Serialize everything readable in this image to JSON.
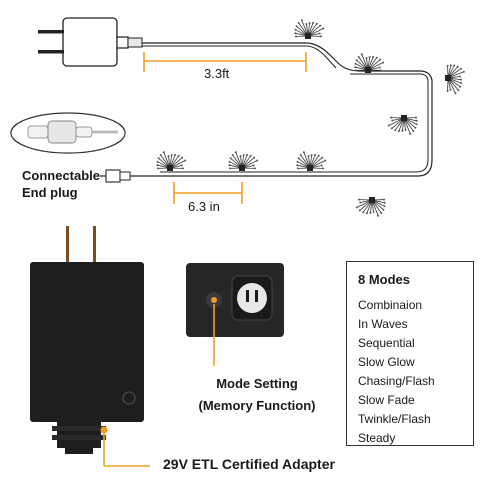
{
  "labels": {
    "length_short": "3.3ft",
    "length_gap": "6.3 in",
    "end_plug_line1": "Connectable",
    "end_plug_line2": "End plug",
    "mode_setting_line1": "Mode Setting",
    "mode_setting_line2": "(Memory Function)",
    "adapter_caption": "29V  ETL Certified Adapter"
  },
  "modes": {
    "title": "8 Modes",
    "items": [
      "Combinaion",
      "In Waves",
      "Sequential",
      "Slow Glow",
      "Chasing/Flash",
      "Slow Fade",
      "Twinkle/Flash",
      "Steady"
    ]
  },
  "colors": {
    "accent": "#f0a020",
    "wire": "#222222",
    "adapter": "#1e1e1e",
    "box_border": "#333333"
  },
  "icons": [
    "wall-plug-icon",
    "firework-light-icon",
    "end-plug-icon",
    "controller-box-icon",
    "adapter-icon"
  ]
}
